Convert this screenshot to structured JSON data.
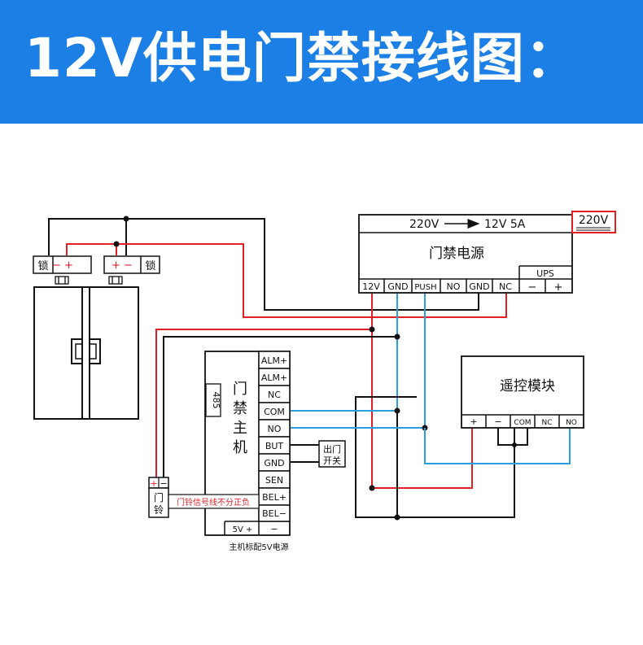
{
  "header": {
    "title": "12V供电门禁接线图："
  },
  "colors": {
    "header_bg": "#1c7fe6",
    "positive_wire": "#e31e24",
    "signal_wire": "#2a9fe0",
    "ground_wire": "#111111"
  },
  "power_supply": {
    "conversion_in": "220V",
    "conversion_out": "12V 5A",
    "input_tag": "220V",
    "title": "门禁电源",
    "ups_label": "UPS",
    "ups_minus": "−",
    "ups_plus": "+",
    "terminals": [
      "12V",
      "GND",
      "PUSH",
      "NO",
      "GND",
      "NC"
    ]
  },
  "locks": {
    "left": {
      "label": "锁",
      "polarity": "− +"
    },
    "right": {
      "label": "锁",
      "polarity": "+ −"
    }
  },
  "controller": {
    "title_chars": [
      "门",
      "禁",
      "主",
      "机"
    ],
    "port_485": "485",
    "terminals": [
      "ALM+",
      "ALM+",
      "NC",
      "COM",
      "NO",
      "BUT",
      "GND",
      "SEN",
      "BEL+",
      "BEL−"
    ],
    "bottom_left": "5V +",
    "bottom_right": "−",
    "footnote": "主机标配5V电源"
  },
  "exit_button": {
    "line1": "出门",
    "line2": "开关"
  },
  "doorbell": {
    "polarity_plus": "+",
    "polarity_minus": "−",
    "char1": "门",
    "char2": "铃",
    "note": "门铃信号线不分正负"
  },
  "remote_module": {
    "title": "遥控模块",
    "terminals": [
      "+",
      "−",
      "COM",
      "NC",
      "NO"
    ]
  }
}
